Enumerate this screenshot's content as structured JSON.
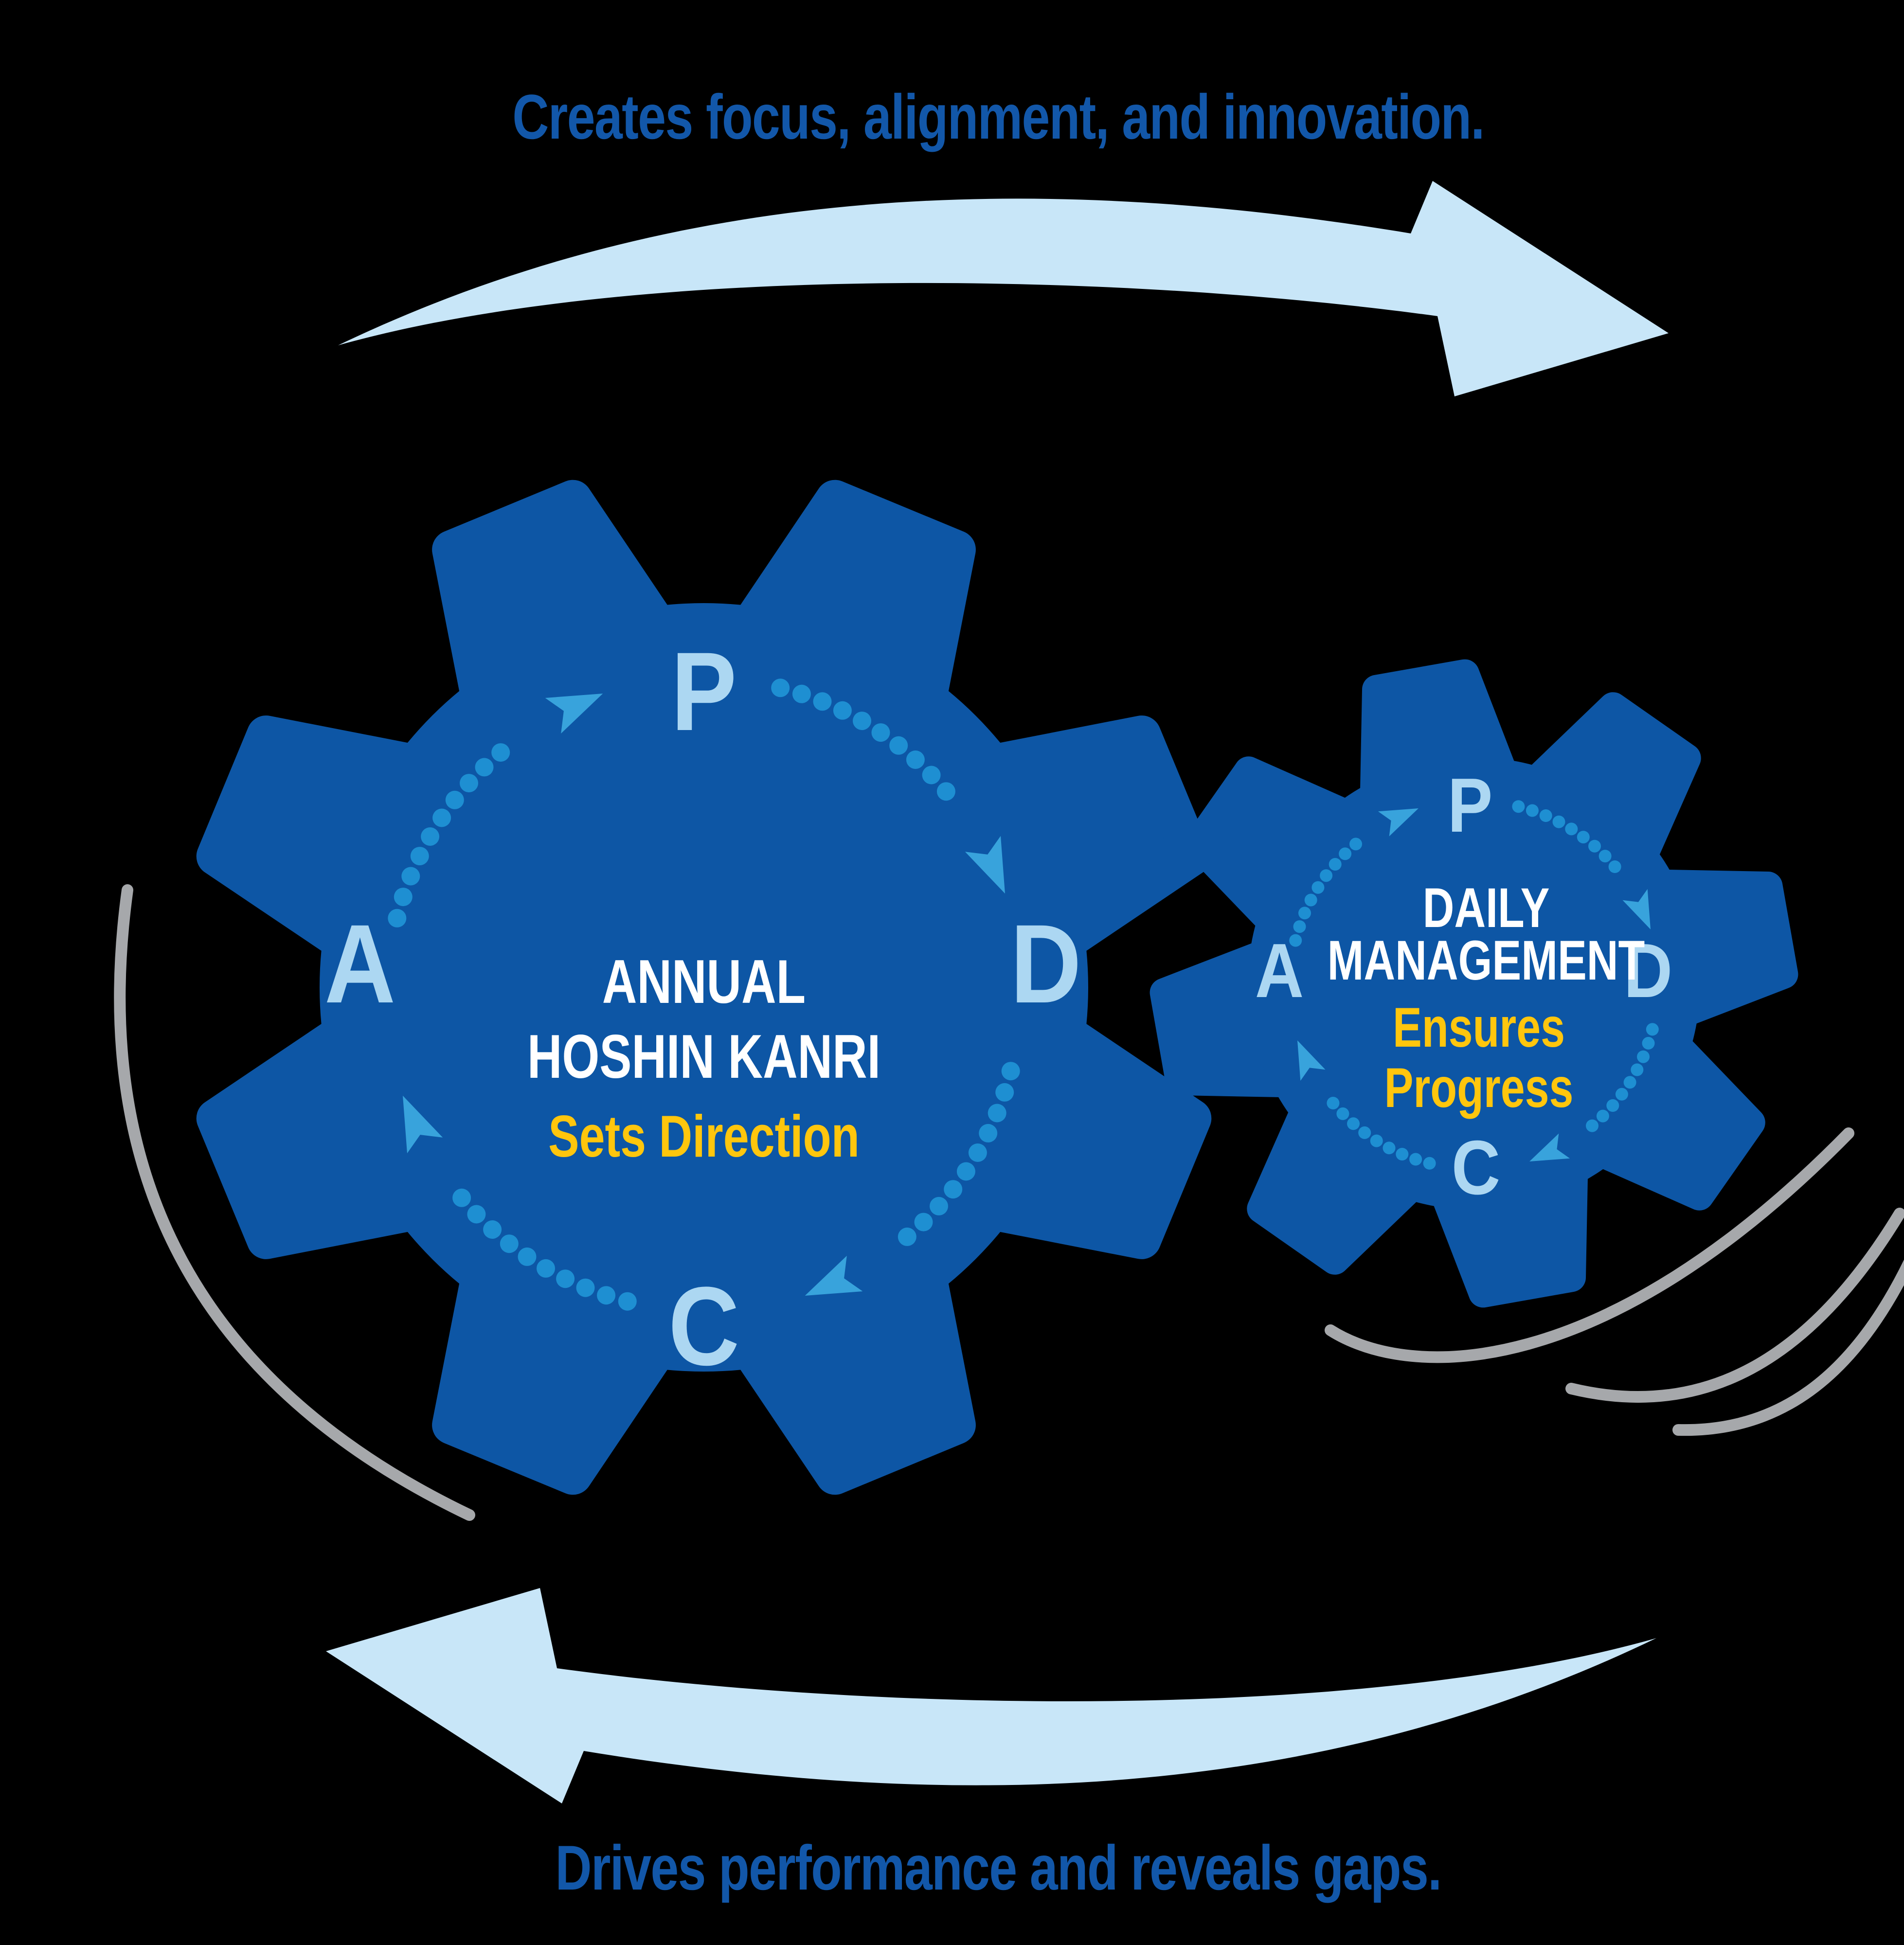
{
  "captions": {
    "top": "Creates focus, alignment, and innovation.",
    "bottom": "Drives performance and reveals gaps."
  },
  "large_gear": {
    "cycle_letters": [
      "P",
      "D",
      "C",
      "A"
    ],
    "label_line1": "ANNUAL",
    "label_line2": "HOSHIN KANRI",
    "tagline": "Sets Direction"
  },
  "small_gear": {
    "cycle_letters": [
      "P",
      "D",
      "C",
      "A"
    ],
    "label_line1": "DAILY",
    "label_line2": "MANAGEMENT",
    "tagline_line1": "Ensures",
    "tagline_line2": "Progress"
  },
  "colors": {
    "background": "#000000",
    "gear_blue": "#0D56A5",
    "dot_blue": "#1E8FD2",
    "ring_arrow_blue": "#38A3DC",
    "letter_blue": "#ACD7F2",
    "swoosh_blue": "#C8E6F8",
    "caption_blue": "#1257A9",
    "text_white": "#FFFFFF",
    "accent_yellow": "#FFC60D",
    "speedline_gray": "#A6A8AB"
  }
}
